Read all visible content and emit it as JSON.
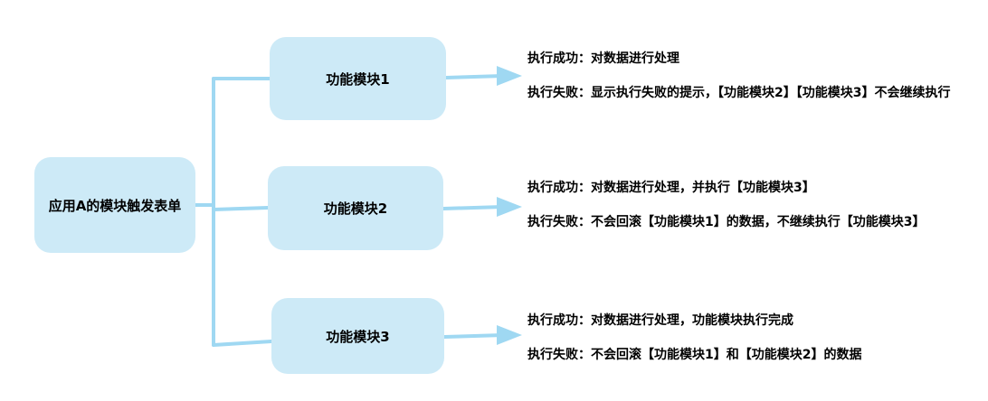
{
  "root": {
    "label": "应用A的模块触发表单"
  },
  "modules": [
    {
      "label": "功能模块1",
      "success": "执行成功：对数据进行处理",
      "failure": "执行失败：显示执行失败的提示，【功能模块2】【功能模块3】不会继续执行"
    },
    {
      "label": "功能模块2",
      "success": "执行成功：对数据进行处理，并执行【功能模块3】",
      "failure": "执行失败：不会回滚【功能模块1】的数据，不继续执行【功能模块3】"
    },
    {
      "label": "功能模块3",
      "success": "执行成功：对数据进行处理，功能模块执行完成",
      "failure": "执行失败：不会回滚【功能模块1】和【功能模块2】的数据"
    }
  ],
  "colors": {
    "box_fill": "#cdeaf7",
    "connector": "#9fd8f2"
  }
}
